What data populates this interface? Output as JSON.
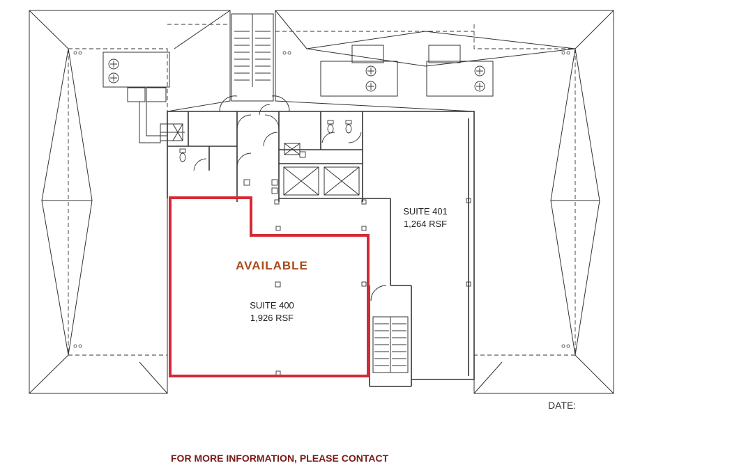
{
  "plan": {
    "available_label": "AVAILABLE",
    "suite_400": {
      "name": "SUITE 400",
      "area": "1,926 RSF"
    },
    "suite_401": {
      "name": "SUITE 401",
      "area": "1,264 RSF"
    },
    "date_label": "DATE:"
  },
  "footer": {
    "contact_text": "FOR MORE INFORMATION, PLEASE CONTACT"
  },
  "colors": {
    "highlight": "#d42a35",
    "available_text": "#a84a1a",
    "contact_text": "#7a1a1a",
    "line": "#333333"
  }
}
